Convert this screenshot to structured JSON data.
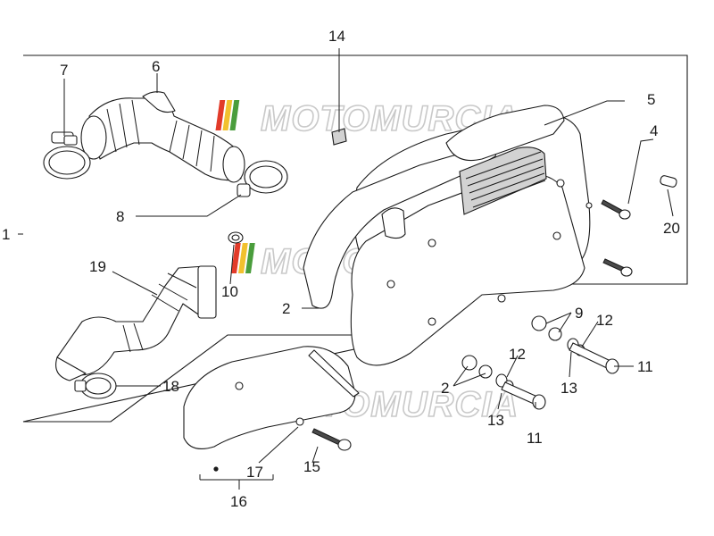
{
  "watermark": {
    "text": "MOTOMURCIA",
    "stripe_colors": [
      "#e23b2a",
      "#f2c12e",
      "#4a9d3c"
    ]
  },
  "callouts": [
    {
      "id": "c1",
      "text": "1"
    },
    {
      "id": "c2a",
      "text": "2"
    },
    {
      "id": "c2b",
      "text": "2"
    },
    {
      "id": "c4",
      "text": "4"
    },
    {
      "id": "c5",
      "text": "5"
    },
    {
      "id": "c6",
      "text": "6"
    },
    {
      "id": "c7",
      "text": "7"
    },
    {
      "id": "c8",
      "text": "8"
    },
    {
      "id": "c9",
      "text": "9"
    },
    {
      "id": "c10",
      "text": "10"
    },
    {
      "id": "c11a",
      "text": "11"
    },
    {
      "id": "c11b",
      "text": "11"
    },
    {
      "id": "c12a",
      "text": "12"
    },
    {
      "id": "c12b",
      "text": "12"
    },
    {
      "id": "c13a",
      "text": "13"
    },
    {
      "id": "c13b",
      "text": "13"
    },
    {
      "id": "c14",
      "text": "14"
    },
    {
      "id": "c15",
      "text": "15"
    },
    {
      "id": "c16",
      "text": "16"
    },
    {
      "id": "c17",
      "text": "17"
    },
    {
      "id": "c18",
      "text": "18"
    },
    {
      "id": "c19",
      "text": "19"
    },
    {
      "id": "c20",
      "text": "20"
    }
  ]
}
